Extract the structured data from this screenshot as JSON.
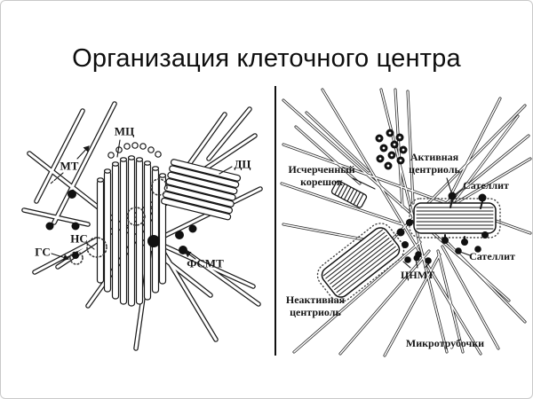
{
  "slide": {
    "title": "Организация клеточного центра"
  },
  "left_diagram": {
    "description": "centrosome-scheme-line-art",
    "labels": {
      "mc": "МЦ",
      "mt": "МТ",
      "dc": "ДЦ",
      "ns": "НС",
      "gs": "ГС",
      "fsmt": "ФСМТ"
    }
  },
  "right_diagram": {
    "description": "centriole-microtubule-scheme",
    "labels": {
      "rootlet": "Исчерченный\nкорешок",
      "active": "Активная\nцентриоль",
      "satellite_top": "Сателлит",
      "satellite_mid": "Сателлит",
      "cnmt": "ЦНМТ",
      "inactive": "Неактивная\nцентриоль",
      "microtubules": "Микротрубочки"
    }
  },
  "colors": {
    "ink": "#161616",
    "background": "#ffffff",
    "slide_border": "#c9c9c9",
    "divider": "#111111"
  }
}
